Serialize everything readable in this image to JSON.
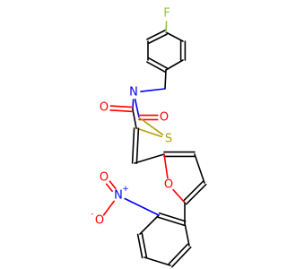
{
  "molecule": {
    "atoms": [
      {
        "id": "F",
        "symbol": "F",
        "color": "#90c63a"
      },
      {
        "id": "N3",
        "symbol": "N",
        "color": "#0000ff"
      },
      {
        "id": "O2",
        "symbol": "O",
        "color": "#ff0000"
      },
      {
        "id": "O4",
        "symbol": "O",
        "color": "#ff0000"
      },
      {
        "id": "S1",
        "symbol": "S",
        "color": "#b2a000"
      },
      {
        "id": "Ofu",
        "symbol": "O",
        "color": "#ff0000"
      },
      {
        "id": "Nn",
        "symbol": "N",
        "color": "#0000ff"
      },
      {
        "id": "Oa",
        "symbol": "O",
        "color": "#ff0000"
      },
      {
        "id": "Ob",
        "symbol": "O",
        "color": "#ff0000"
      }
    ],
    "charges": {
      "Nn": "+",
      "Oa": "-"
    }
  }
}
